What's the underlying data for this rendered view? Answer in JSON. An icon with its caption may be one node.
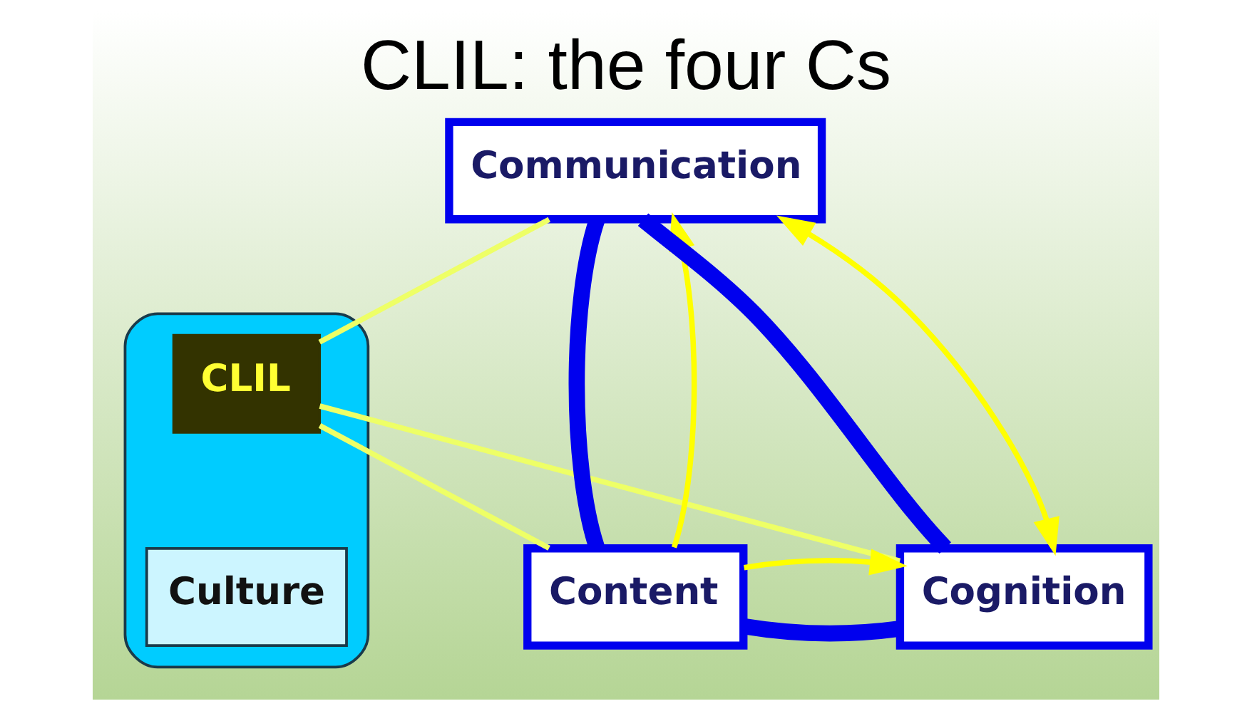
{
  "diagram": {
    "title": "CLIL: the four Cs",
    "nodes": [
      {
        "text": [],
        "shape": "ellipse"
      },
      {
        "text": [
          "Communication"
        ]
      },
      {
        "text": [
          "CLIL"
        ],
        "in": 0
      },
      {
        "text": [
          "Content"
        ]
      },
      {
        "text": [
          "Cognition"
        ]
      },
      {
        "text": [
          "Culture"
        ],
        "in": 0
      }
    ],
    "edges": [
      {
        "from": 3,
        "to": 1,
        "arrow": "none",
        "style": "thick",
        "color": "#0000ee"
      },
      {
        "from": 1,
        "to": 4,
        "arrow": "none",
        "style": "thick",
        "color": "#0000ee"
      },
      {
        "from": 3,
        "to": 4,
        "arrow": "none",
        "style": "thick",
        "color": "#0000ee"
      },
      {
        "from": 2,
        "to": 1,
        "arrow": "none",
        "color": "#eeff66"
      },
      {
        "from": 2,
        "to": 3,
        "arrow": "none",
        "color": "#eeff66"
      },
      {
        "from": 2,
        "to": 4,
        "arrow": "none",
        "color": "#eeff66"
      },
      {
        "from": 3,
        "to": 1,
        "arrow": "to",
        "color": "#ffff00"
      },
      {
        "from": 1,
        "to": 4,
        "arrow": "both",
        "color": "#ffff00"
      },
      {
        "from": 3,
        "to": 4,
        "arrow": "to",
        "color": "#ffff00"
      }
    ]
  }
}
